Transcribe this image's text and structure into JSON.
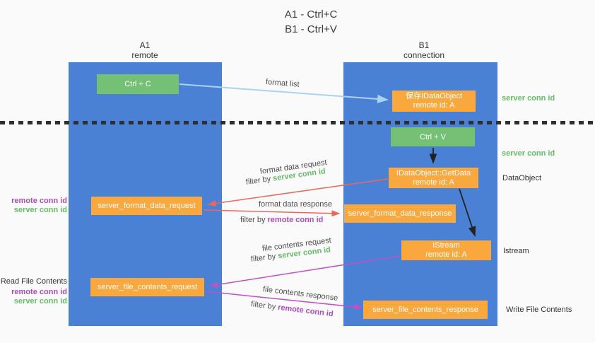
{
  "title": {
    "line1": "A1 - Ctrl+C",
    "line2": "B1 - Ctrl+V"
  },
  "lifelines": {
    "left": {
      "name": "A1",
      "role": "remote"
    },
    "right": {
      "name": "B1",
      "role": "connection"
    }
  },
  "boxes": {
    "ctrl_c": {
      "label": "Ctrl + C"
    },
    "save_idataobject": {
      "line1": "保存IDataObject",
      "line2": "remote id: A"
    },
    "ctrl_v": {
      "label": "Ctrl + V"
    },
    "getdata": {
      "line1": "IDataObject::GetData",
      "line2": "remote id: A"
    },
    "istream": {
      "line1": "IStream",
      "line2": "remote id: A"
    },
    "format_request": {
      "label": "server_format_data_request"
    },
    "format_response": {
      "label": "server_format_data_response"
    },
    "file_request": {
      "label": "server_file_contents_request"
    },
    "file_response": {
      "label": "server_file_contents_response"
    }
  },
  "flow_labels": {
    "format_list": "format list",
    "format_data_request": "format data request",
    "format_data_response": "format data response",
    "file_contents_request": "file contents request",
    "file_contents_response": "file contents response",
    "filter_by": "filter by ",
    "server_conn_id": "server conn id",
    "remote_conn_id": "remote conn id"
  },
  "side_labels": {
    "left": {
      "remote_conn_id_1": "remote conn id",
      "server_conn_id_1": "server conn id",
      "read_file_contents": "Read File Contents",
      "remote_conn_id_2": "remote conn id",
      "server_conn_id_2": "server conn id"
    },
    "right": {
      "server_conn_id_1": "server conn id",
      "server_conn_id_2": "server conn id",
      "dataobject": "DataObject",
      "istream": "Istream",
      "write_file_contents": "Write File Contents"
    }
  },
  "colors": {
    "background": "#fafafa",
    "lifeline_blue": "#4a81d5",
    "box_green": "#74c074",
    "box_orange": "#f9a83e",
    "arrow_blue": "#a9d3f1",
    "arrow_red": "#e8695c",
    "arrow_magenta": "#bd53c5",
    "arrow_black": "#222222",
    "text_green": "#66bb66",
    "text_purple": "#ad4bbd"
  }
}
